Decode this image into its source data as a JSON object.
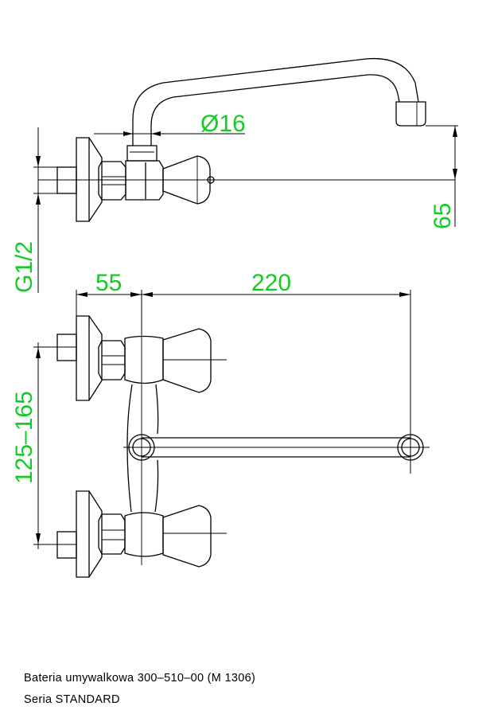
{
  "dimensions": {
    "diameter": "Ø16",
    "height": "65",
    "thread": "G1/2",
    "projection": "55",
    "reach": "220",
    "spacing": "125–165"
  },
  "caption": {
    "line1": "Bateria umywalkowa 300–510–00 (M 1306)",
    "line2": "Seria STANDARD"
  },
  "colors": {
    "dimension_text": "#11cc22",
    "line": "#000000"
  }
}
